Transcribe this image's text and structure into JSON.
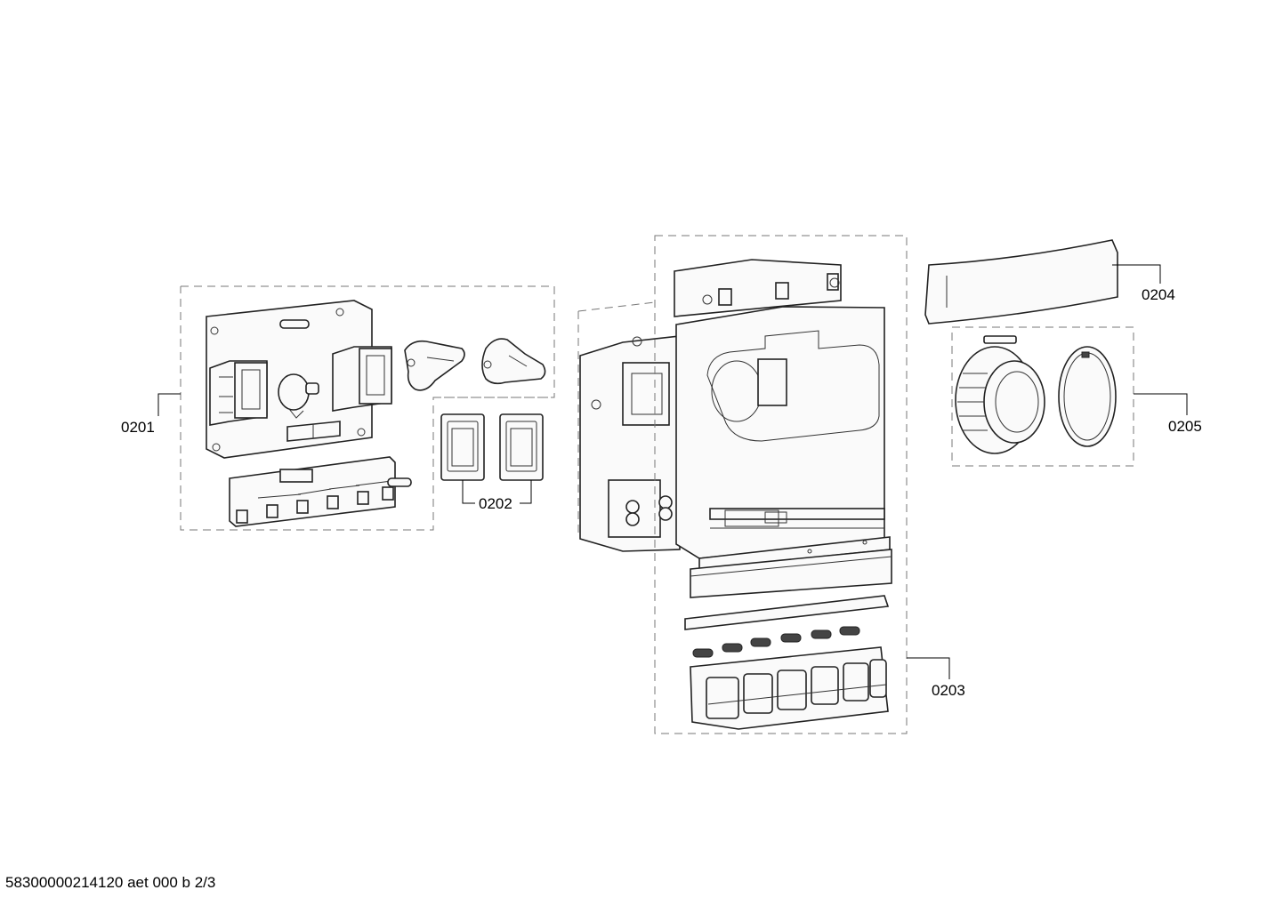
{
  "callouts": {
    "c0201": "0201",
    "c0202": "0202",
    "c0203": "0203",
    "c0204": "0204",
    "c0205": "0205"
  },
  "footer": {
    "code": "58300000214120 aet 000 b 2/3"
  }
}
